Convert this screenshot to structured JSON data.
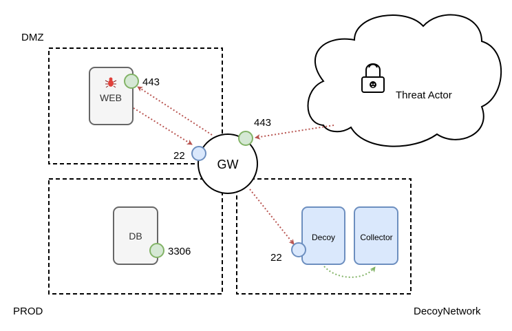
{
  "zones": {
    "dmz": "DMZ",
    "prod": "PROD",
    "decoy_network": "DecoyNetwork"
  },
  "nodes": {
    "web": "WEB",
    "db": "DB",
    "gw": "GW",
    "decoy": "Decoy",
    "collector": "Collector",
    "threat_actor": "Threat Actor"
  },
  "ports": {
    "web_443": "443",
    "gw_443": "443",
    "gw_22": "22",
    "db_3306": "3306",
    "decoy_22": "22"
  },
  "colors": {
    "zone_border": "#000000",
    "node_fill": "#f5f5f5",
    "node_stroke": "#666666",
    "decoy_fill": "#dae8fc",
    "decoy_stroke": "#6c8ebf",
    "port_green_fill": "#d5e8d4",
    "port_green_stroke": "#82b366",
    "port_blue_fill": "#dae8fc",
    "port_blue_stroke": "#6c8ebf",
    "attack_arrow": "#b85450",
    "collect_arrow": "#82b366"
  },
  "icons": {
    "web_badge": "bug-icon",
    "threat_actor": "hacker-icon"
  }
}
